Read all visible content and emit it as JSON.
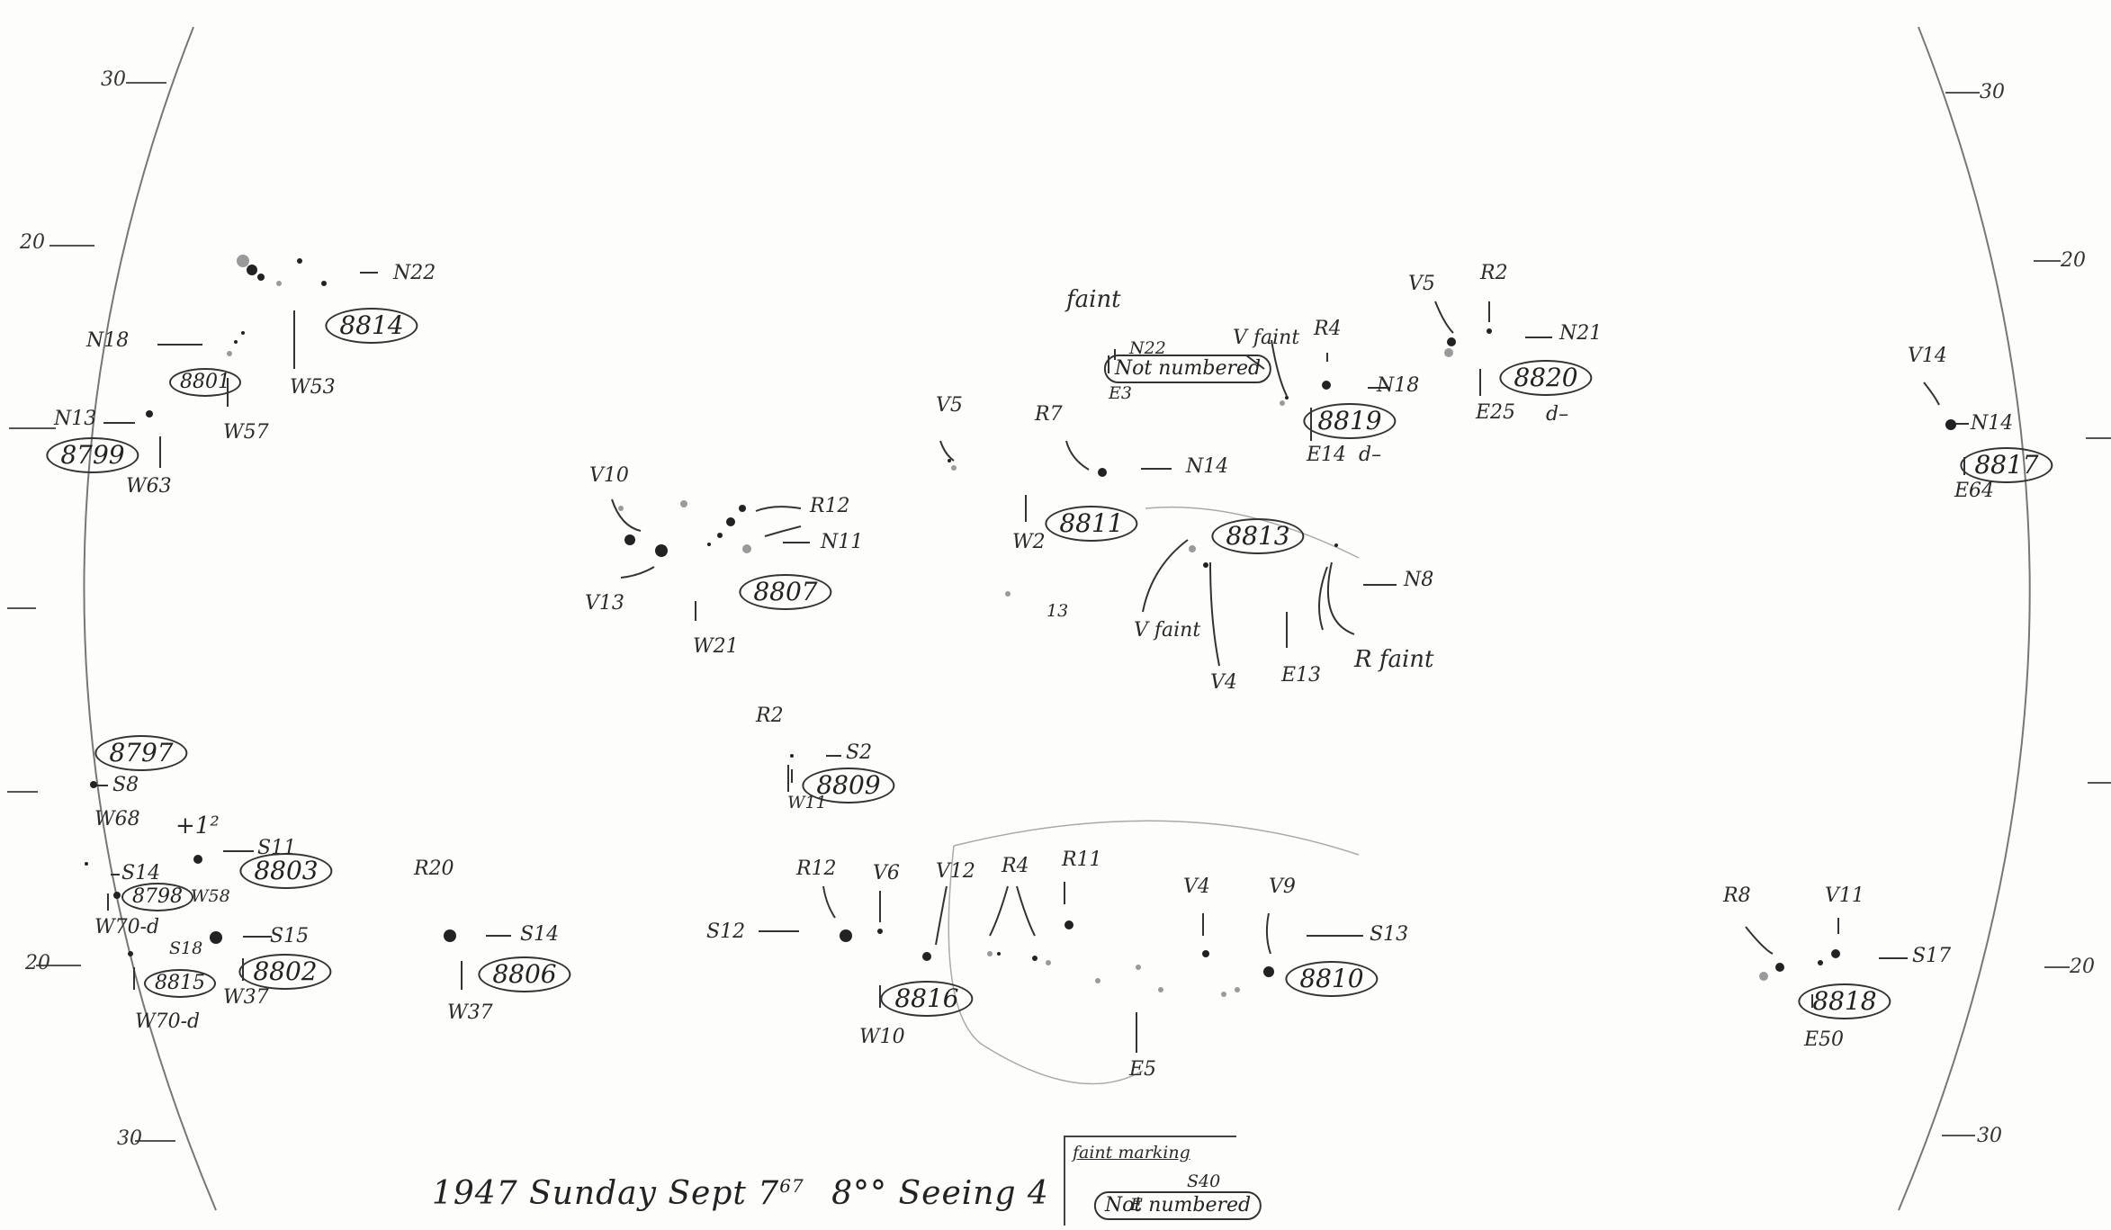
{
  "page": {
    "title_line": "1947 Sunday Sept 7",
    "title_superscript": "67",
    "time_and_seeing": "8°° Seeing 4",
    "bottom_note": {
      "heading": "faint marking",
      "sub": "S40",
      "prefix": "E",
      "text": "Not numbered"
    }
  },
  "limb_ticks": {
    "left": [
      "30",
      "20",
      "20",
      "30"
    ],
    "right": [
      "30",
      "20",
      "20",
      "30"
    ]
  },
  "groups": {
    "g8814": {
      "number": "8814",
      "labels": [
        "N22",
        "W53"
      ]
    },
    "g8801": {
      "number": "8801",
      "labels": [
        "N18",
        "W57"
      ]
    },
    "g8799": {
      "number": "8799",
      "labels": [
        "N13",
        "W63"
      ]
    },
    "g8807": {
      "number": "8807",
      "labels": [
        "V10",
        "R12",
        "N11",
        "V13",
        "W21"
      ]
    },
    "g8811": {
      "number": "8811",
      "labels": [
        "V5",
        "R7",
        "N14",
        "W2"
      ]
    },
    "g8813": {
      "number": "8813",
      "labels": [
        "N8",
        "V faint",
        "V4",
        "E13",
        "R faint",
        "13"
      ]
    },
    "gNN1": {
      "number": "Not numbered",
      "labels": [
        "faint",
        "N22",
        "E3"
      ]
    },
    "g8819": {
      "number": "8819",
      "labels": [
        "V faint",
        "R4",
        "N18",
        "E14",
        "d–"
      ]
    },
    "g8820": {
      "number": "8820",
      "labels": [
        "V5",
        "R2",
        "N21",
        "E25",
        "d–"
      ]
    },
    "g8817": {
      "number": "8817",
      "labels": [
        "V14",
        "N14",
        "E64"
      ]
    },
    "g8797": {
      "number": "8797",
      "labels": [
        "S8",
        "W68"
      ]
    },
    "g8803": {
      "number": "8803",
      "labels": [
        "+1²",
        "S11"
      ]
    },
    "g8798": {
      "number": "8798",
      "labels": [
        "S14",
        "W58",
        "W70-d"
      ]
    },
    "g8815": {
      "number": "8815",
      "labels": [
        "S18",
        "W70-d"
      ]
    },
    "g8802": {
      "number": "8802",
      "labels": [
        "S15",
        "W37"
      ]
    },
    "g8806": {
      "number": "8806",
      "labels": [
        "R20",
        "S14",
        "W37"
      ]
    },
    "g8809": {
      "number": "8809",
      "labels": [
        "R2",
        "S2",
        "W11"
      ]
    },
    "g8816": {
      "number": "8816",
      "labels": [
        "S12",
        "R12",
        "V6",
        "V12",
        "W10"
      ]
    },
    "g8810": {
      "number": "8810",
      "labels": [
        "R4",
        "R11",
        "V4",
        "V9",
        "S13",
        "E5"
      ]
    },
    "g8818": {
      "number": "8818",
      "labels": [
        "R8",
        "V11",
        "S17",
        "E50"
      ]
    }
  }
}
